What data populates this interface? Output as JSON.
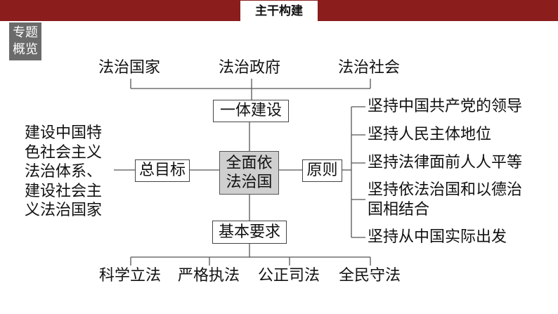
{
  "header": {
    "tab_title": "主干构建"
  },
  "badge": {
    "line1": "专题",
    "line2": "概览"
  },
  "core": {
    "line1": "全面依",
    "line2": "法治国"
  },
  "top": {
    "box": "一体建设",
    "items": [
      "法治国家",
      "法治政府",
      "法治社会"
    ]
  },
  "bottom": {
    "box": "基本要求",
    "items": [
      "科学立法",
      "严格执法",
      "公正司法",
      "全民守法"
    ]
  },
  "left": {
    "box": "总目标",
    "text_lines": [
      "建设中国特",
      "色社会主义",
      "法治体系、",
      "建设社会主",
      "义法治国家"
    ]
  },
  "right": {
    "box": "原则",
    "items": [
      [
        "坚持中国共产党的领导"
      ],
      [
        "坚持人民主体地位"
      ],
      [
        "坚持法律面前人人平等"
      ],
      [
        "坚持依法治国和以德治",
        "国相结合"
      ],
      [
        "坚持从中国实际出发"
      ]
    ]
  },
  "colors": {
    "header_bar": "#8b1d1d",
    "badge": "#6b6b6b",
    "core_fill": "#cfcfcf"
  }
}
